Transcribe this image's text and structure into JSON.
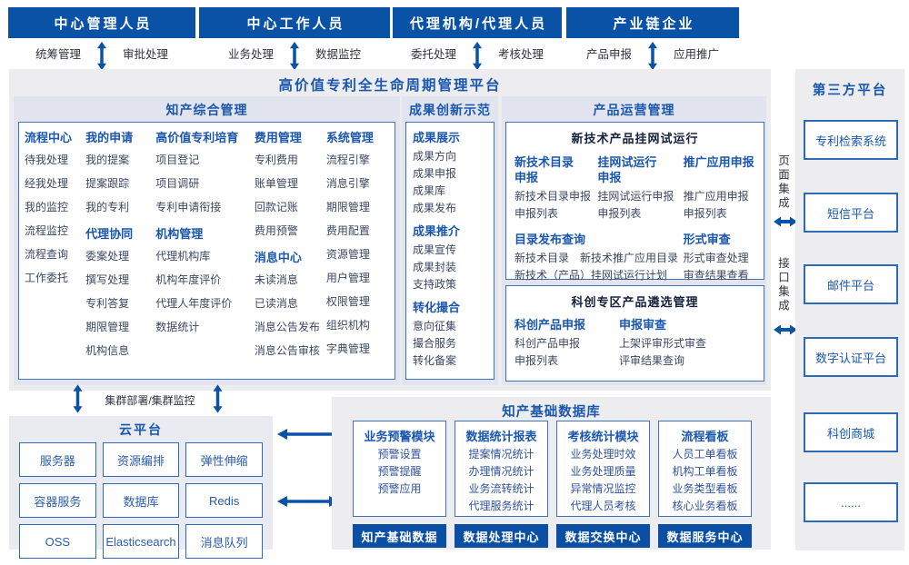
{
  "platform": {
    "title": "高价值专利全生命周期管理平台"
  },
  "actors": [
    {
      "name": "中心管理人员",
      "left": "统筹管理",
      "right": "审批处理"
    },
    {
      "name": "中心工作人员",
      "left": "业务处理",
      "right": "数据监控"
    },
    {
      "name": "代理机构/代理人员",
      "left": "委托处理",
      "right": "考核处理"
    },
    {
      "name": "产业链企业",
      "left": "产品申报",
      "right": "应用推广"
    }
  ],
  "ip_mgmt": {
    "title": "知产综合管理",
    "columns": [
      {
        "groups": [
          {
            "header": "流程中心",
            "items": [
              "待我处理",
              "经我处理",
              "我的监控",
              "流程监控",
              "流程查询",
              "工作委托"
            ]
          }
        ]
      },
      {
        "groups": [
          {
            "header": "我的申请",
            "items": [
              "我的提案",
              "提案跟踪",
              "我的专利"
            ]
          },
          {
            "header": "代理协同",
            "items": [
              "委案处理",
              "撰写处理",
              "专利答复",
              "期限管理",
              "机构信息"
            ]
          }
        ]
      },
      {
        "groups": [
          {
            "header": "高价值专利培育",
            "items": [
              "项目登记",
              "项目调研",
              "专利申请衔接"
            ]
          },
          {
            "header": "机构管理",
            "items": [
              "代理机构库",
              "机构年度评价",
              "代理人年度评价",
              "数据统计"
            ]
          }
        ]
      },
      {
        "groups": [
          {
            "header": "费用管理",
            "items": [
              "专利费用",
              "账单管理",
              "回款记账",
              "费用预警"
            ]
          },
          {
            "header": "消息中心",
            "items": [
              "未读消息",
              "已读消息",
              "消息公告发布",
              "消息公告审核"
            ]
          }
        ]
      },
      {
        "groups": [
          {
            "header": "系统管理",
            "items": [
              "流程引擎",
              "消息引擎",
              "期限管理",
              "费用配置",
              "资源管理",
              "用户管理",
              "权限管理",
              "组织机构",
              "字典管理"
            ]
          }
        ]
      }
    ]
  },
  "achievement": {
    "title": "成果创新示范",
    "groups": [
      {
        "header": "成果展示",
        "items": [
          "成果方向",
          "成果申报",
          "成果库",
          "成果发布"
        ]
      },
      {
        "header": "成果推介",
        "items": [
          "成果宣传",
          "成果封装",
          "支持政策"
        ]
      },
      {
        "header": "转化撮合",
        "items": [
          "意向征集",
          "撮合服务",
          "转化备案"
        ]
      }
    ]
  },
  "product_ops": {
    "title": "产品运营管理",
    "trial": {
      "title": "新技术产品挂网试运行",
      "columns": [
        {
          "header": "新技术目录申报",
          "items": [
            "新技术目录申报",
            "申报列表"
          ]
        },
        {
          "header": "挂网试运行申报",
          "items": [
            "挂网试运行申报",
            "申报列表"
          ]
        },
        {
          "header": "推广应用申报",
          "items": [
            "推广应用申报",
            "申报列表"
          ]
        }
      ],
      "catalog": {
        "header": "目录发布查询",
        "row1": [
          "新技术目录",
          "新技术推广应用目录"
        ],
        "row2": "新技术（产品）挂网试运行计划"
      },
      "review": {
        "header": "形式审查",
        "items": [
          "形式审查处理",
          "审查结果查看"
        ]
      }
    },
    "kechuang": {
      "title": "科创专区产品遴选管理",
      "columns": [
        {
          "header": "科创产品申报",
          "items": [
            "科创产品申报",
            "申报列表"
          ]
        },
        {
          "header": "申报审查",
          "items": [
            "上架评审形式审查",
            "评审结果查询"
          ]
        }
      ]
    }
  },
  "integration": {
    "page": "页面集成",
    "api": "接口集成"
  },
  "third_party": {
    "title": "第三方平台",
    "items": [
      "专利检索系统",
      "短信平台",
      "邮件平台",
      "数字认证平台",
      "科创商城",
      "......"
    ]
  },
  "cluster_label": "集群部署/集群监控",
  "cloud": {
    "title": "云平台",
    "cells": [
      "服务器",
      "资源编排",
      "弹性伸缩",
      "容器服务",
      "数据库",
      "Redis",
      "OSS",
      "Elasticsearch",
      "消息队列"
    ]
  },
  "ip_database": {
    "title": "知产基础数据库",
    "modules": [
      {
        "header": "业务预警模块",
        "items": [
          "预警设置",
          "预警提醒",
          "预警应用"
        ],
        "footer": "知产基础数据"
      },
      {
        "header": "数据统计报表",
        "items": [
          "提案情况统计",
          "办理情况统计",
          "业务流转统计",
          "代理服务统计"
        ],
        "footer": "数据处理中心"
      },
      {
        "header": "考核统计模块",
        "items": [
          "业务处理时效",
          "业务处理质量",
          "异常情况监控",
          "代理人员考核"
        ],
        "footer": "数据交换中心"
      },
      {
        "header": "流程看板",
        "items": [
          "人员工单看板",
          "机构工单看板",
          "业务类型看板",
          "核心业务看板"
        ],
        "footer": "数据服务中心"
      }
    ]
  },
  "colors": {
    "banner_blue": "#0a52a5",
    "accent_blue": "#1a57ad",
    "panel_gray": "#ededf0"
  }
}
